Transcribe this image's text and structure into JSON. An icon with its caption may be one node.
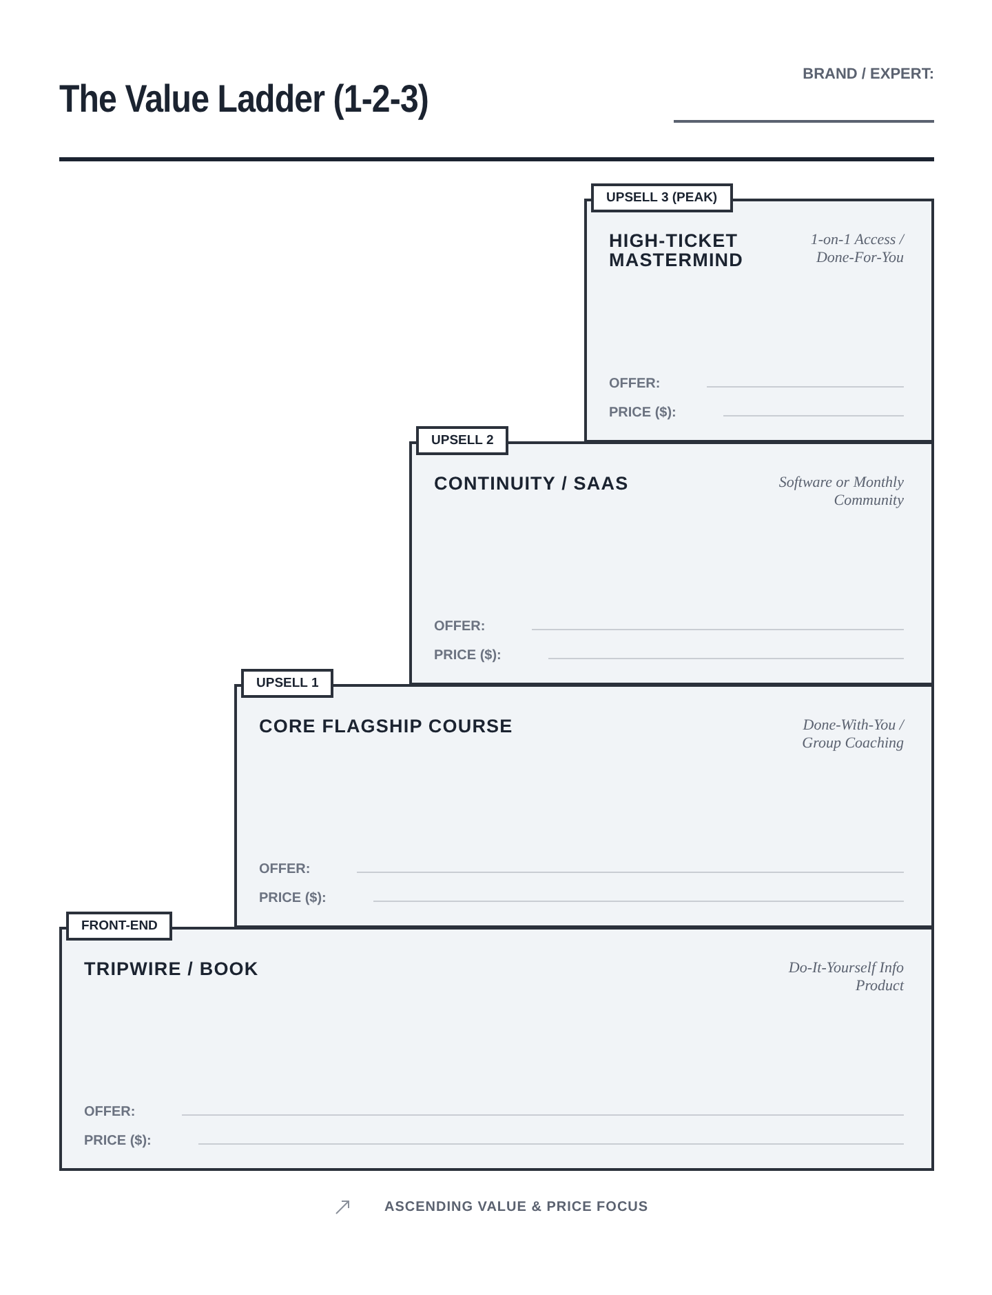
{
  "diagram": {
    "title": "The Value Ladder (1-2-3)",
    "nodes": [
      {
        "text": [
          "UPSELL 3 (PEAK)"
        ]
      },
      {
        "text": [
          "HIGH-TICKET MASTERMIND",
          "1-on-1 Access / Done-For-You",
          "OFFER:",
          "PRICE ($):"
        ]
      },
      {
        "text": [
          "UPSELL 2"
        ]
      },
      {
        "text": [
          "CONTINUITY / SAAS",
          "Software or Monthly Community",
          "OFFER:",
          "PRICE ($):"
        ]
      },
      {
        "text": [
          "UPSELL 1"
        ]
      },
      {
        "text": [
          "CORE FLAGSHIP COURSE",
          "Done-With-You / Group Coaching",
          "OFFER:",
          "PRICE ($):"
        ]
      },
      {
        "text": [
          "FRONT-END"
        ]
      },
      {
        "text": [
          "TRIPWIRE / BOOK",
          "Do-It-Yourself Info Product",
          "OFFER:",
          "PRICE ($):"
        ]
      }
    ],
    "labels": [
      "BRAND / EXPERT:",
      "ASCENDING VALUE & PRICE FOCUS"
    ]
  }
}
